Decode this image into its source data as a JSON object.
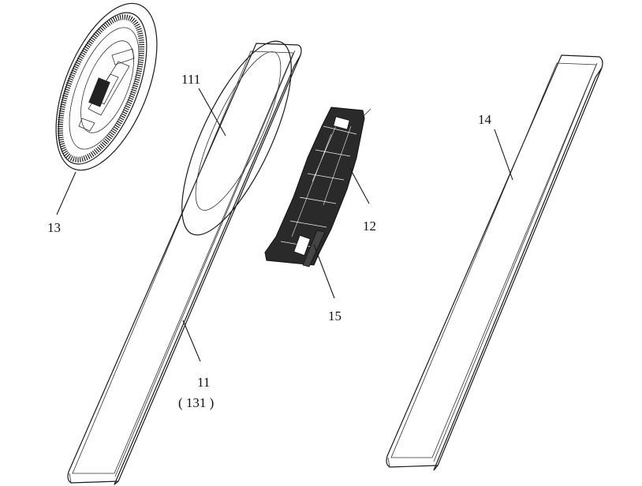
{
  "labels": {
    "l13": "13",
    "l111": "111",
    "l12": "12",
    "l14": "14",
    "l15": "15",
    "l11": "11",
    "l131": "( 131 )"
  },
  "parts": {
    "p13": "coil-disc",
    "p11": "back-cover",
    "p111": "coil-region",
    "p12": "circuit-board",
    "p15": "connector",
    "p14": "side-panel"
  },
  "colors": {
    "line": "#1a1a1a",
    "background": "#ffffff",
    "fill_board": "#222222"
  }
}
